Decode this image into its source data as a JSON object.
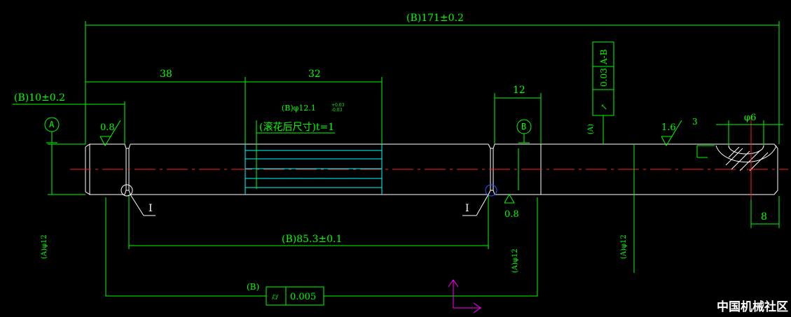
{
  "dimensions": {
    "overall": "(B)171±0.2",
    "left_shoulder": "(B)10±0.2",
    "len38": "38",
    "len32": "32",
    "len12": "12",
    "mid_len": "(B)85.3±0.1",
    "right_len": "8",
    "depth3": "3",
    "phi6": "φ6",
    "knurl_dia": "(B)φ12.1",
    "knurl_tol_up": "+0.03",
    "knurl_tol_low": "-0.03",
    "knurl_note": "(滚花后尺寸)t=1",
    "dia_left": "(A)φ12",
    "dia_mid": "(A)φ12",
    "dia_right": "(A)φ12"
  },
  "roughness": {
    "r_left": "0.8",
    "r_mid": "0.8",
    "r_right": "1.6"
  },
  "datums": {
    "a": "A",
    "b": "B"
  },
  "tolerances": {
    "runout_tag": "(A)",
    "runout_symbol": "↗",
    "runout_value": "0.03",
    "runout_ref": "A-B",
    "cyl_tag": "(B)",
    "cyl_symbol": "⌭",
    "cyl_value": "0.005"
  },
  "details": {
    "detail_left": "I",
    "detail_right": "I"
  },
  "watermark": "中国机械社区"
}
